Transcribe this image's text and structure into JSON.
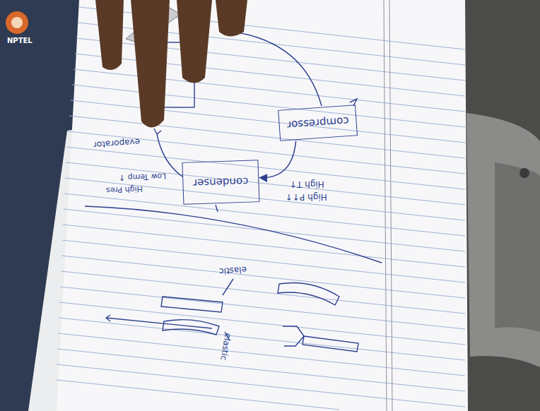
{
  "diagram": {
    "nodes": [
      {
        "text": [
          "compressor"
        ]
      },
      {
        "text": [
          "condenser"
        ]
      }
    ],
    "edges": [
      {
        "from": 0,
        "to": 1,
        "arrow": "to"
      }
    ],
    "labels": [
      "NPTEL",
      "High P↑↑",
      "High T↑",
      "High Pres",
      "Low Temp ↑",
      "evaporator",
      "elastic",
      "elastic"
    ]
  }
}
